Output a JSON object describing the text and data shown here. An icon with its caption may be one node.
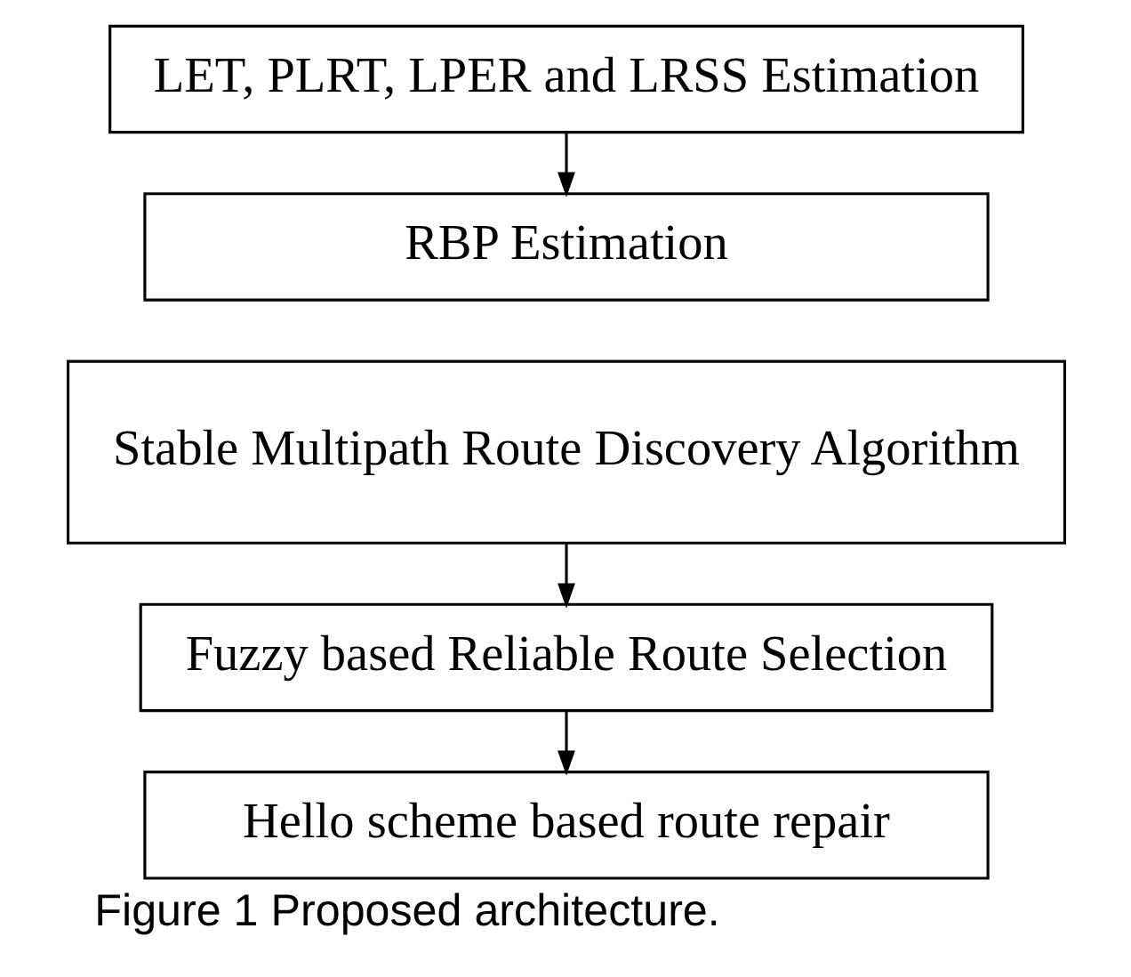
{
  "diagram": {
    "caption": "Figure 1 Proposed architecture.",
    "nodes": [
      {
        "text": [
          "LET, PLRT, LPER and LRSS Estimation"
        ]
      },
      {
        "text": [
          "RBP Estimation"
        ]
      },
      {
        "text": [
          "Stable Multipath Route Discovery Algorithm"
        ]
      },
      {
        "text": [
          "Fuzzy based Reliable Route Selection"
        ]
      },
      {
        "text": [
          "Hello scheme based route repair"
        ]
      }
    ],
    "edges": [
      {
        "from": 0,
        "to": 1,
        "arrow": "to"
      },
      {
        "from": 2,
        "to": 3,
        "arrow": "to"
      },
      {
        "from": 3,
        "to": 4,
        "arrow": "to"
      }
    ]
  }
}
